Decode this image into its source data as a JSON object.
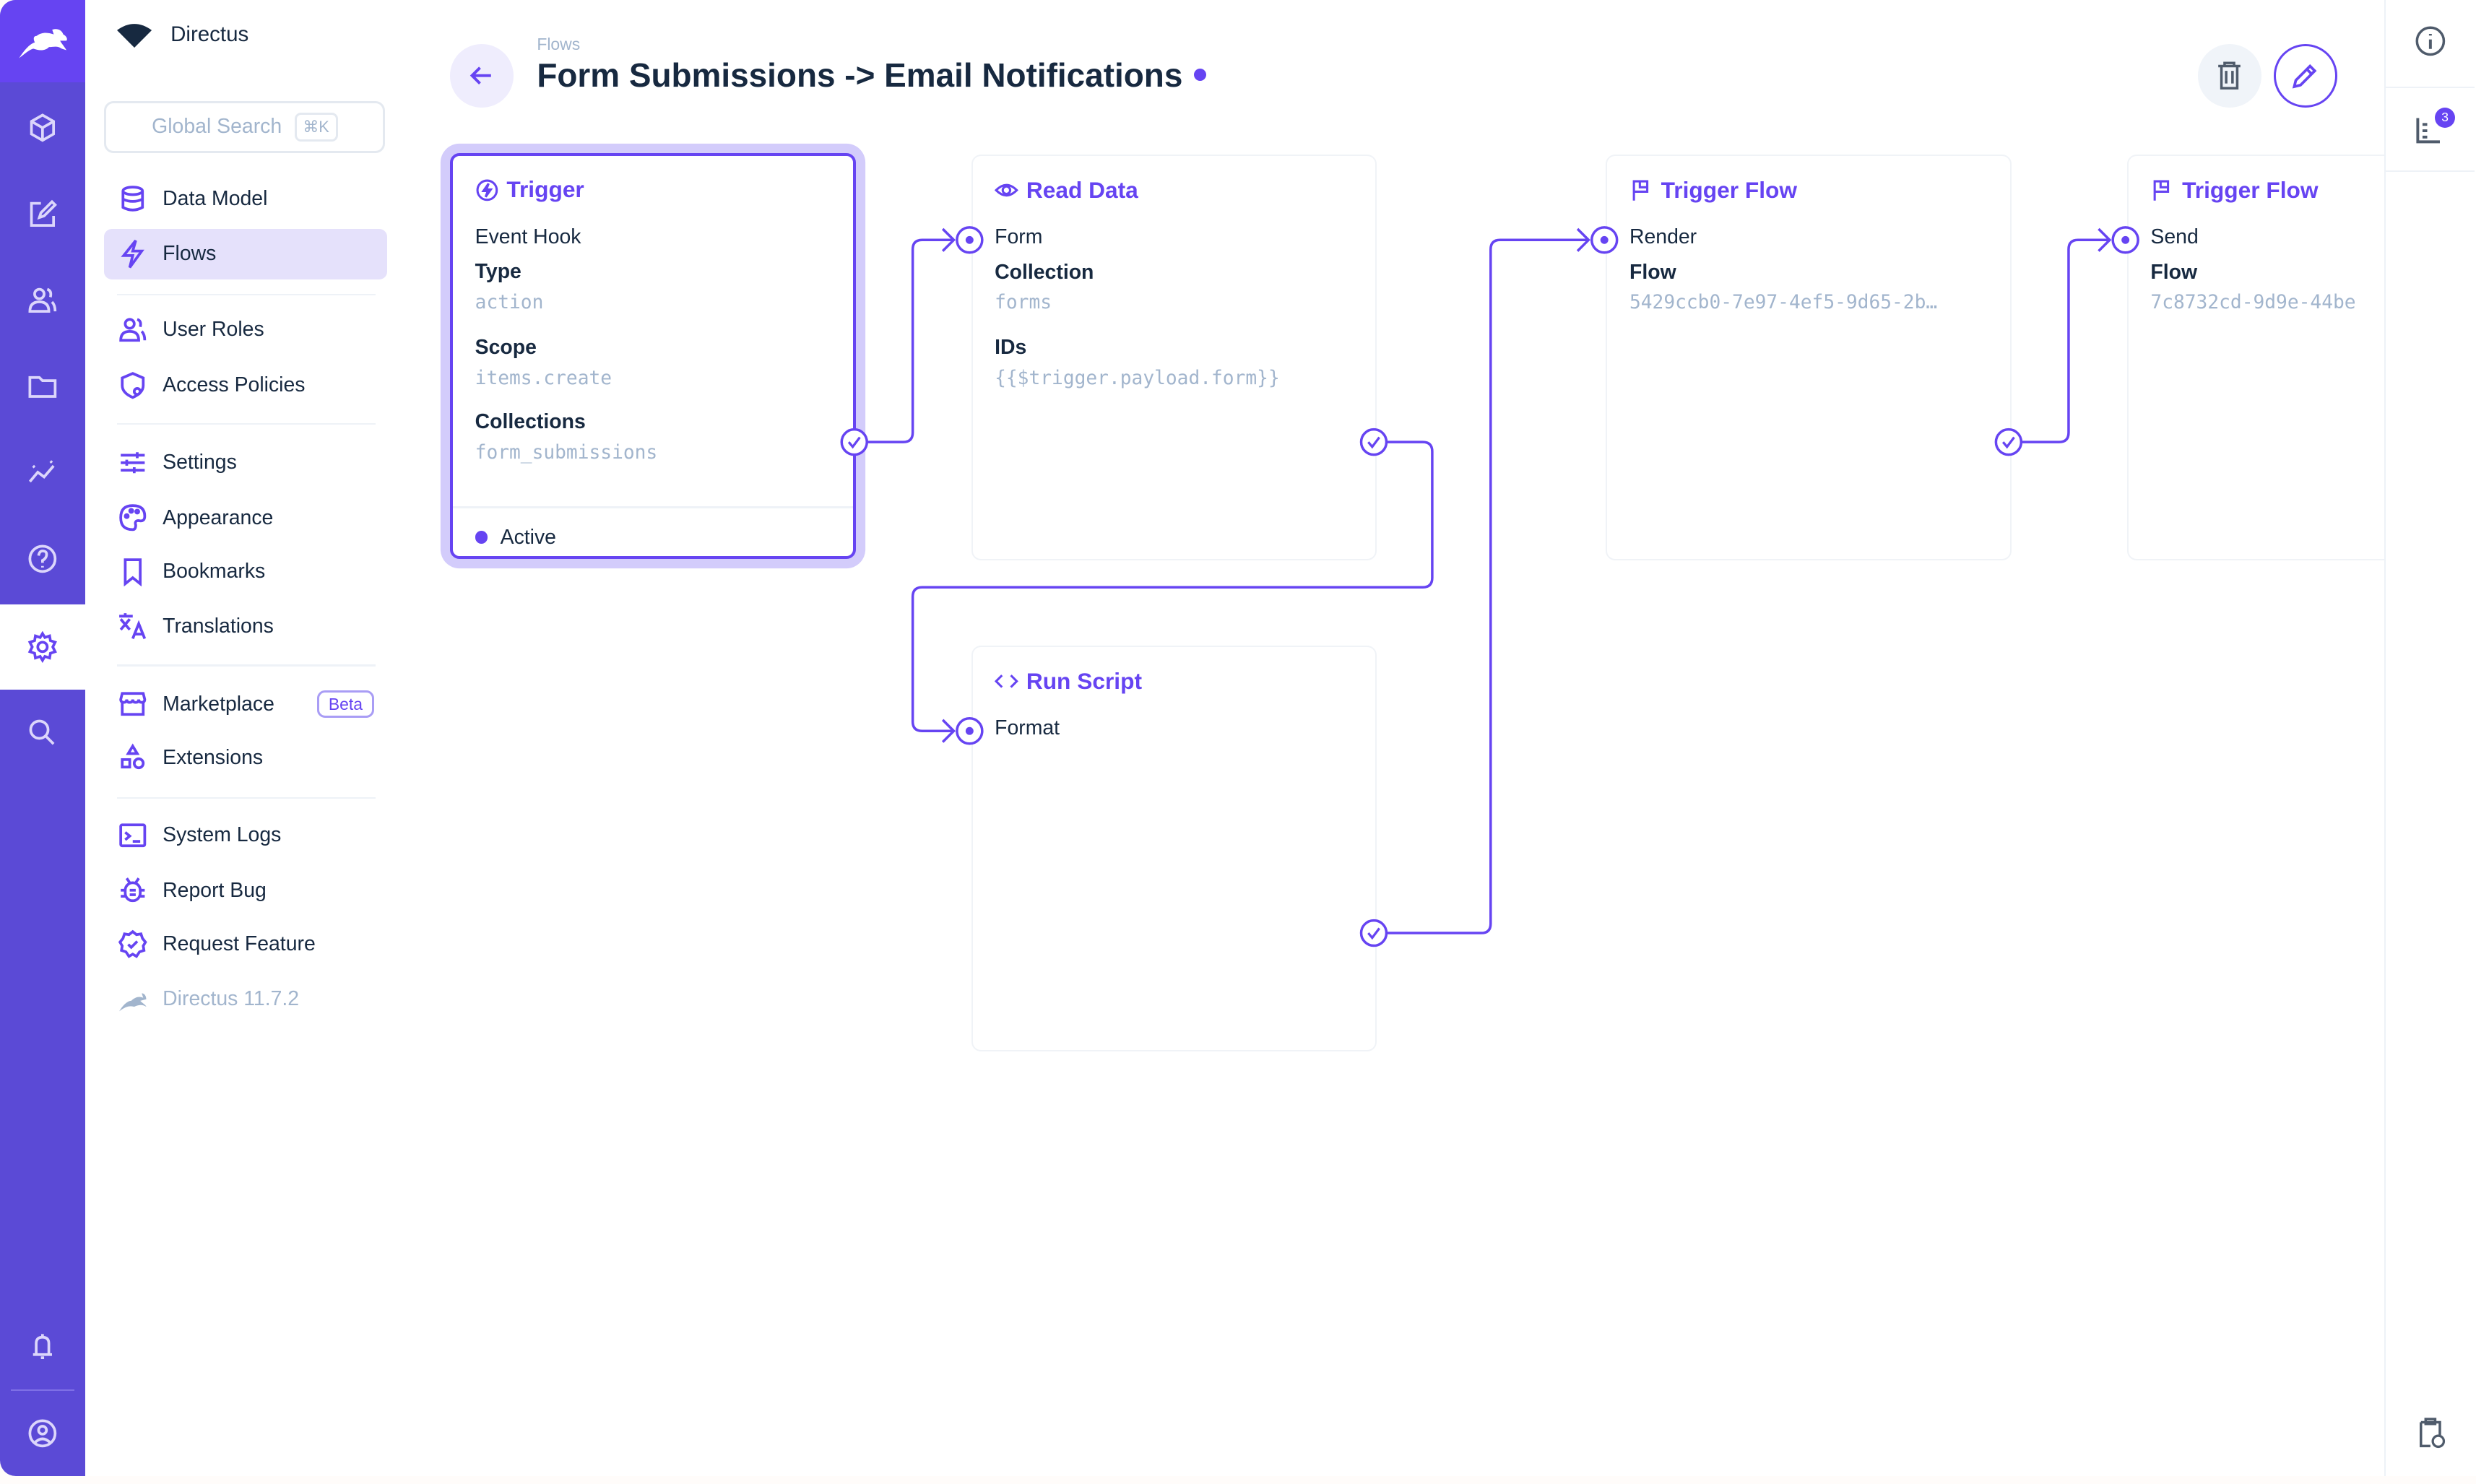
{
  "app": {
    "name": "Directus",
    "accent": "#6644f2",
    "rail_color": "#5b4ad6"
  },
  "search": {
    "placeholder": "Global Search",
    "shortcut": "⌘K"
  },
  "rail": {
    "items": [
      "content-cube-icon",
      "edit-icon",
      "users-icon",
      "folder-icon",
      "insights-icon",
      "help-icon",
      "settings-icon",
      "search-icon"
    ],
    "active": "settings-icon",
    "bottom": [
      "bell-icon",
      "account-icon"
    ]
  },
  "nav": {
    "items": [
      {
        "label": "Data Model",
        "icon": "database-icon"
      },
      {
        "label": "Flows",
        "icon": "bolt-icon",
        "active": true
      },
      {
        "label": "User Roles",
        "icon": "users-icon"
      },
      {
        "label": "Access Policies",
        "icon": "shield-icon"
      },
      {
        "label": "Settings",
        "icon": "sliders-icon"
      },
      {
        "label": "Appearance",
        "icon": "palette-icon"
      },
      {
        "label": "Bookmarks",
        "icon": "bookmark-icon"
      },
      {
        "label": "Translations",
        "icon": "translate-icon"
      },
      {
        "label": "Marketplace",
        "icon": "store-icon",
        "badge": "Beta"
      },
      {
        "label": "Extensions",
        "icon": "shapes-icon"
      },
      {
        "label": "System Logs",
        "icon": "terminal-icon"
      },
      {
        "label": "Report Bug",
        "icon": "bug-icon"
      },
      {
        "label": "Request Feature",
        "icon": "verified-icon"
      },
      {
        "label": "Directus 11.7.2",
        "icon": "directus-rabbit-icon",
        "muted": true
      }
    ]
  },
  "header": {
    "breadcrumb": "Flows",
    "title": "Form Submissions -> Email Notifications",
    "status_dot": "active"
  },
  "sidebar_right": {
    "notifications_count": "3"
  },
  "flow": {
    "trigger": {
      "title": "Trigger",
      "icon": "bolt-circle-icon",
      "fields": [
        {
          "text": "Event Hook",
          "kind": "plain"
        },
        {
          "text": "Type",
          "kind": "label"
        },
        {
          "text": "action",
          "kind": "mono"
        },
        {
          "text": "Scope",
          "kind": "label"
        },
        {
          "text": "items.create",
          "kind": "mono"
        },
        {
          "text": "Collections",
          "kind": "label"
        },
        {
          "text": "form_submissions",
          "kind": "mono"
        }
      ],
      "status": "Active"
    },
    "operations": [
      {
        "title": "Read Data",
        "icon": "eye-icon",
        "fields": [
          {
            "text": "Form",
            "kind": "plain"
          },
          {
            "text": "Collection",
            "kind": "label"
          },
          {
            "text": "forms",
            "kind": "mono"
          },
          {
            "text": "IDs",
            "kind": "label"
          },
          {
            "text": "{{$trigger.payload.form}}",
            "kind": "mono"
          }
        ]
      },
      {
        "title": "Run Script",
        "icon": "code-icon",
        "fields": [
          {
            "text": "Format",
            "kind": "plain"
          }
        ]
      },
      {
        "title": "Trigger Flow",
        "icon": "flag-icon",
        "fields": [
          {
            "text": "Render",
            "kind": "plain"
          },
          {
            "text": "Flow",
            "kind": "label"
          },
          {
            "text": "5429ccb0-7e97-4ef5-9d65-2b…",
            "kind": "mono"
          }
        ]
      },
      {
        "title": "Trigger Flow",
        "icon": "flag-icon",
        "fields": [
          {
            "text": "Send",
            "kind": "plain"
          },
          {
            "text": "Flow",
            "kind": "label"
          },
          {
            "text": "7c8732cd-9d9e-44be",
            "kind": "mono"
          }
        ]
      }
    ]
  }
}
